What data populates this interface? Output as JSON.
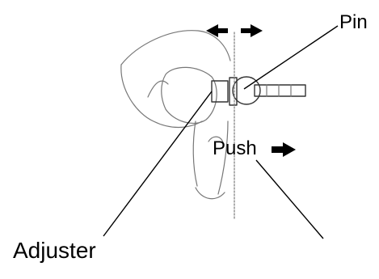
{
  "labels": {
    "pin": "Pin",
    "push": "Push",
    "adjuster": "Adjuster"
  },
  "colors": {
    "ink": "#000000",
    "sketch": "#777777",
    "background": "#ffffff"
  }
}
